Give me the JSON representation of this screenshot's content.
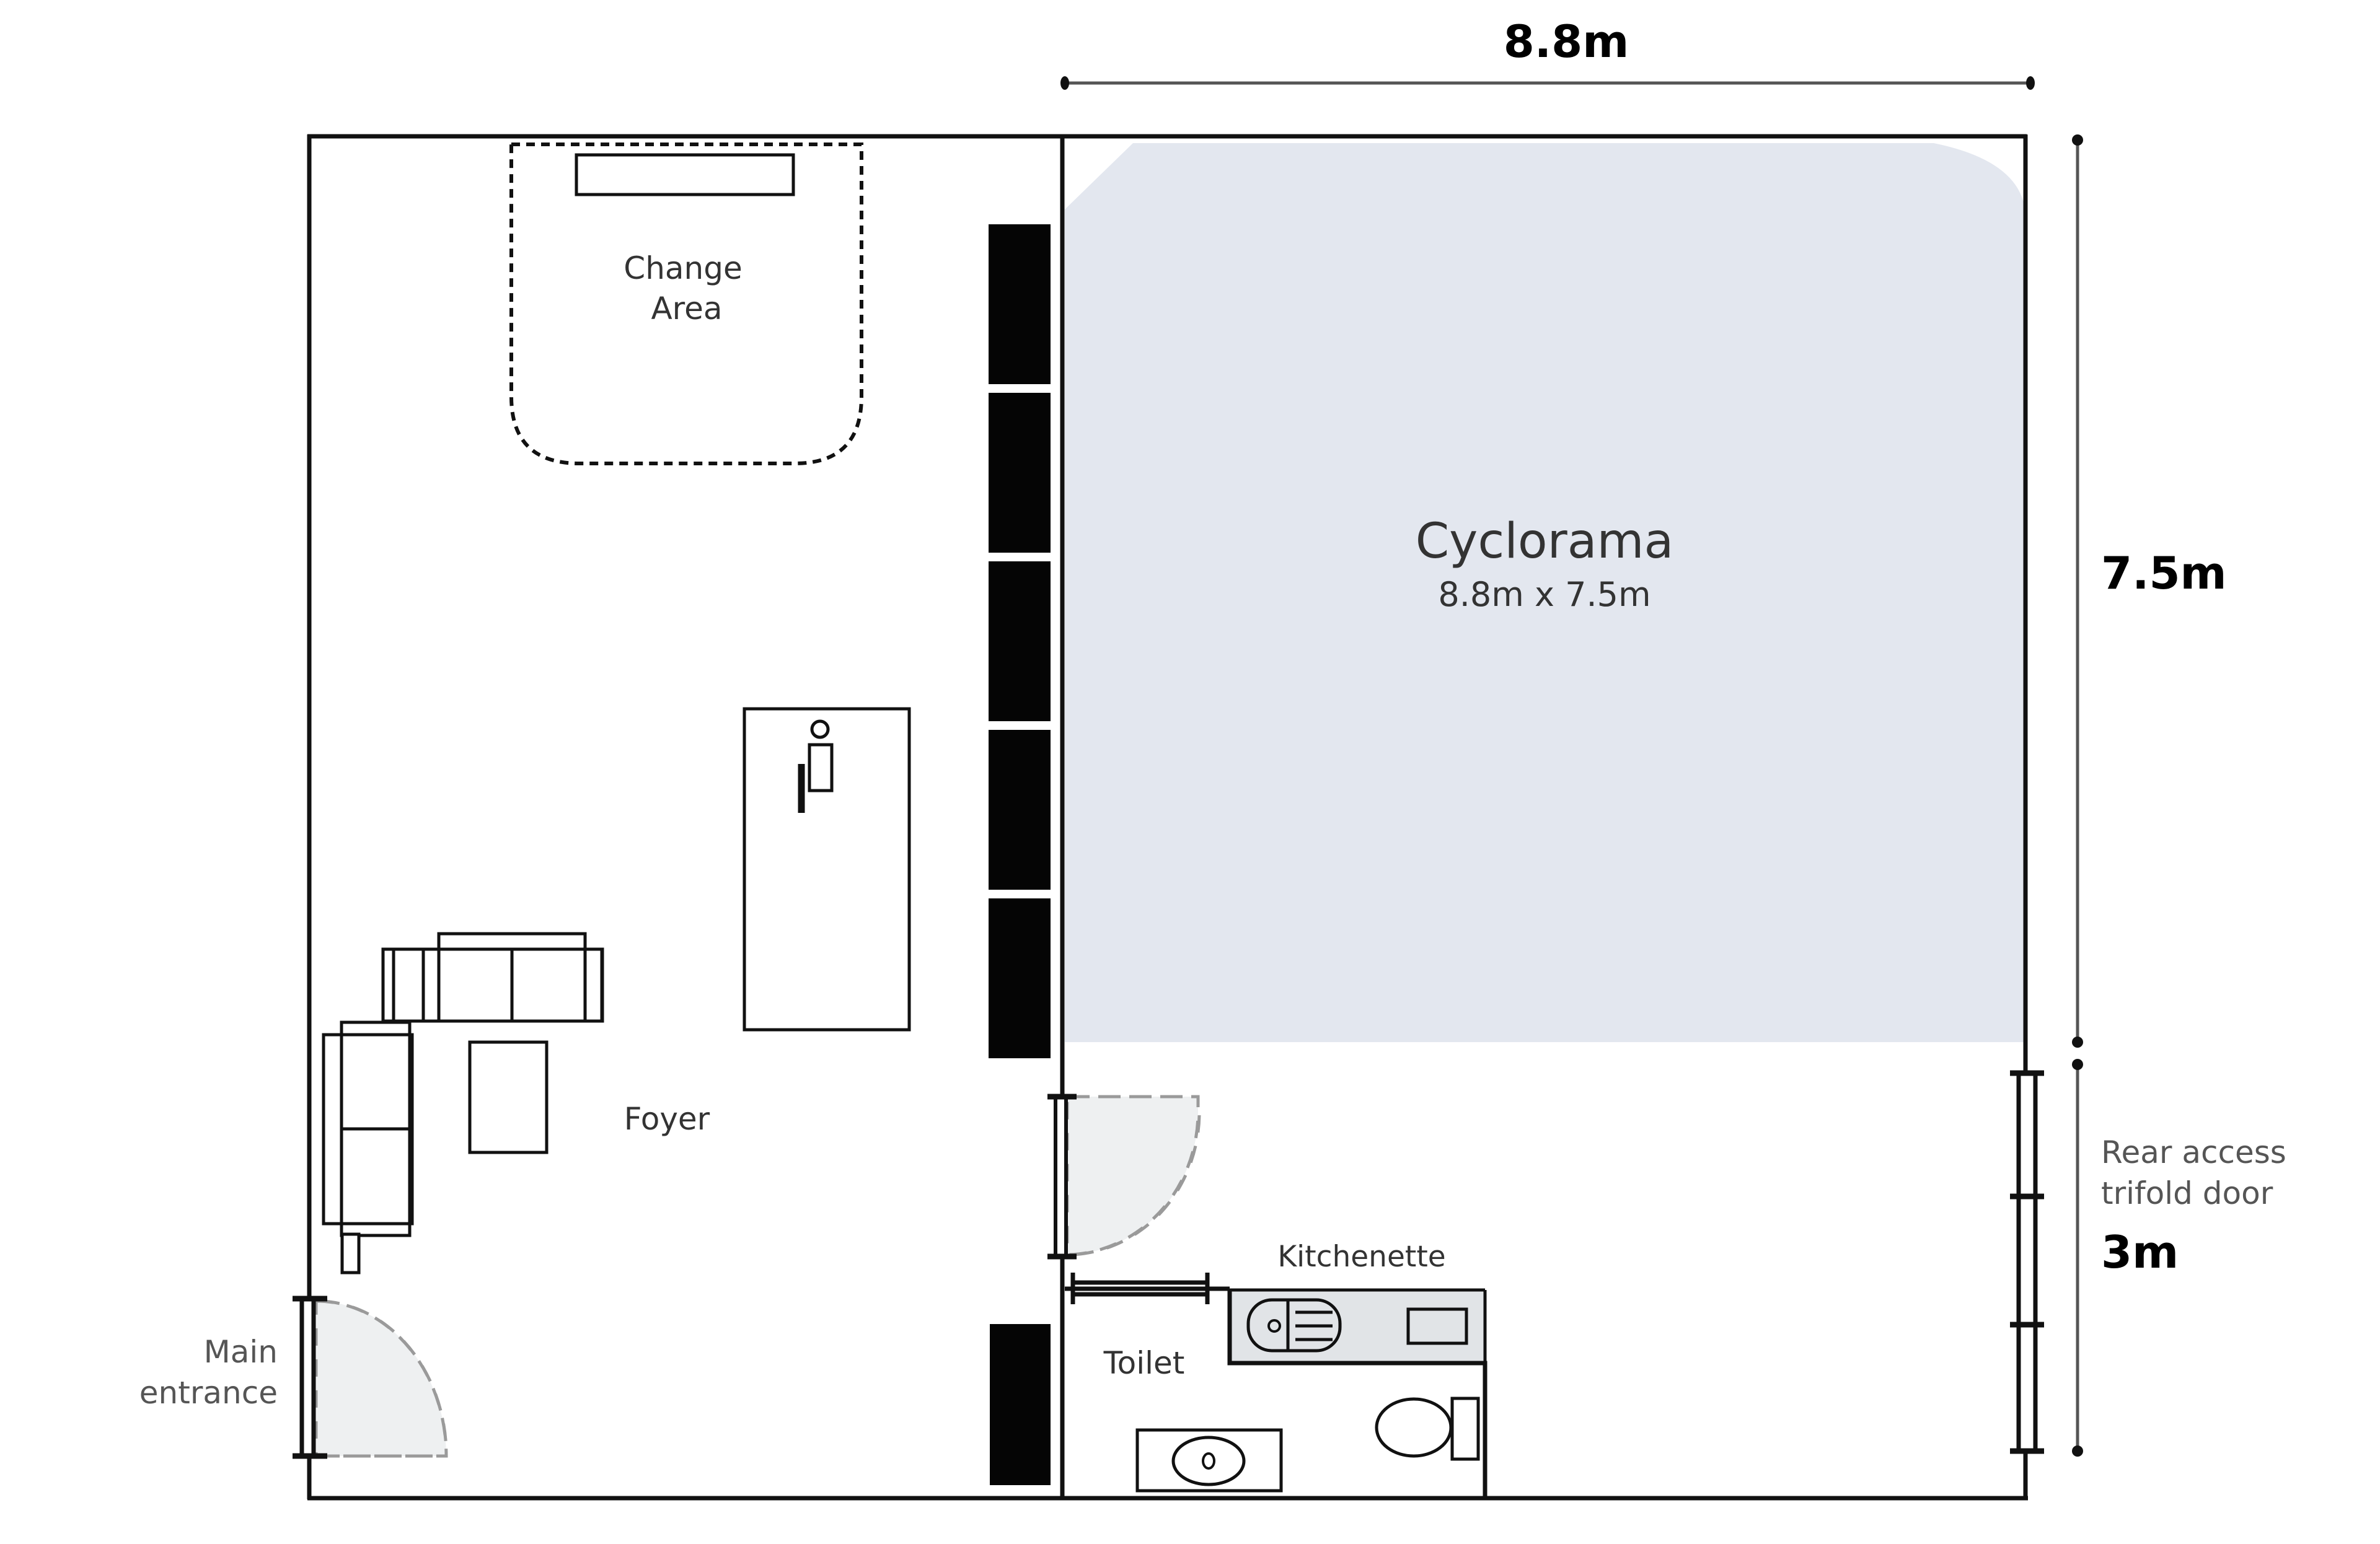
{
  "dimensions": {
    "cyclorama_width": "8.8m",
    "cyclorama_depth": "7.5m",
    "rear_door_width": "3m"
  },
  "rooms": {
    "change_area": {
      "line1": "Change",
      "line2": "Area"
    },
    "cyclorama": {
      "title": "Cyclorama",
      "size": "8.8m x 7.5m"
    },
    "foyer": {
      "label": "Foyer"
    },
    "kitchenette": {
      "label": "Kitchenette"
    },
    "toilet": {
      "label": "Toilet"
    }
  },
  "doors": {
    "main_entrance": {
      "line1": "Main",
      "line2": "entrance"
    },
    "rear_access": {
      "line1": "Rear access",
      "line2": "trifold door",
      "width": "3m"
    }
  },
  "colors": {
    "cyclorama_fill": "#e3e7ef",
    "kitchen_counter_fill": "#e1e4e7",
    "door_swing_fill": "#eef0f1",
    "wall": "#111111",
    "panel": "#050505"
  }
}
